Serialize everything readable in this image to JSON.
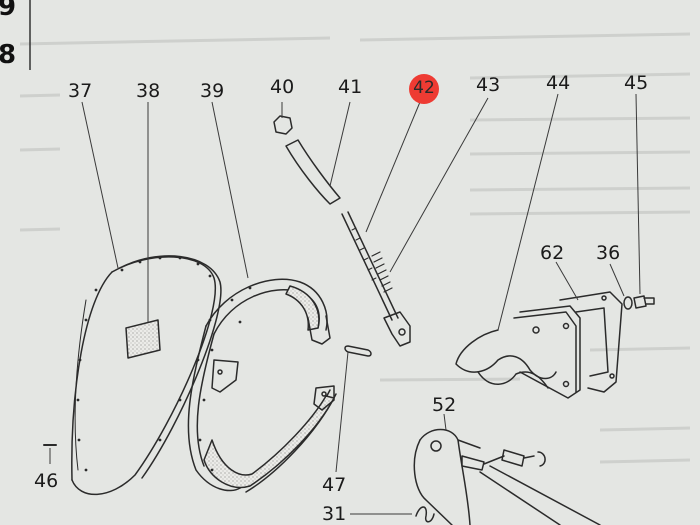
{
  "corner": {
    "top": "9",
    "bottom": "8"
  },
  "callouts": {
    "p37": "37",
    "p38": "38",
    "p39": "39",
    "p40": "40",
    "p41": "41",
    "p42": "42",
    "p43": "43",
    "p44": "44",
    "p45": "45",
    "p62": "62",
    "p36": "36",
    "p52": "52",
    "p46": "46",
    "p47": "47",
    "p31": "31"
  },
  "colors": {
    "paper": "#e4e6e3",
    "ink": "#2b2b2b",
    "highlight": "#ee3b33"
  }
}
